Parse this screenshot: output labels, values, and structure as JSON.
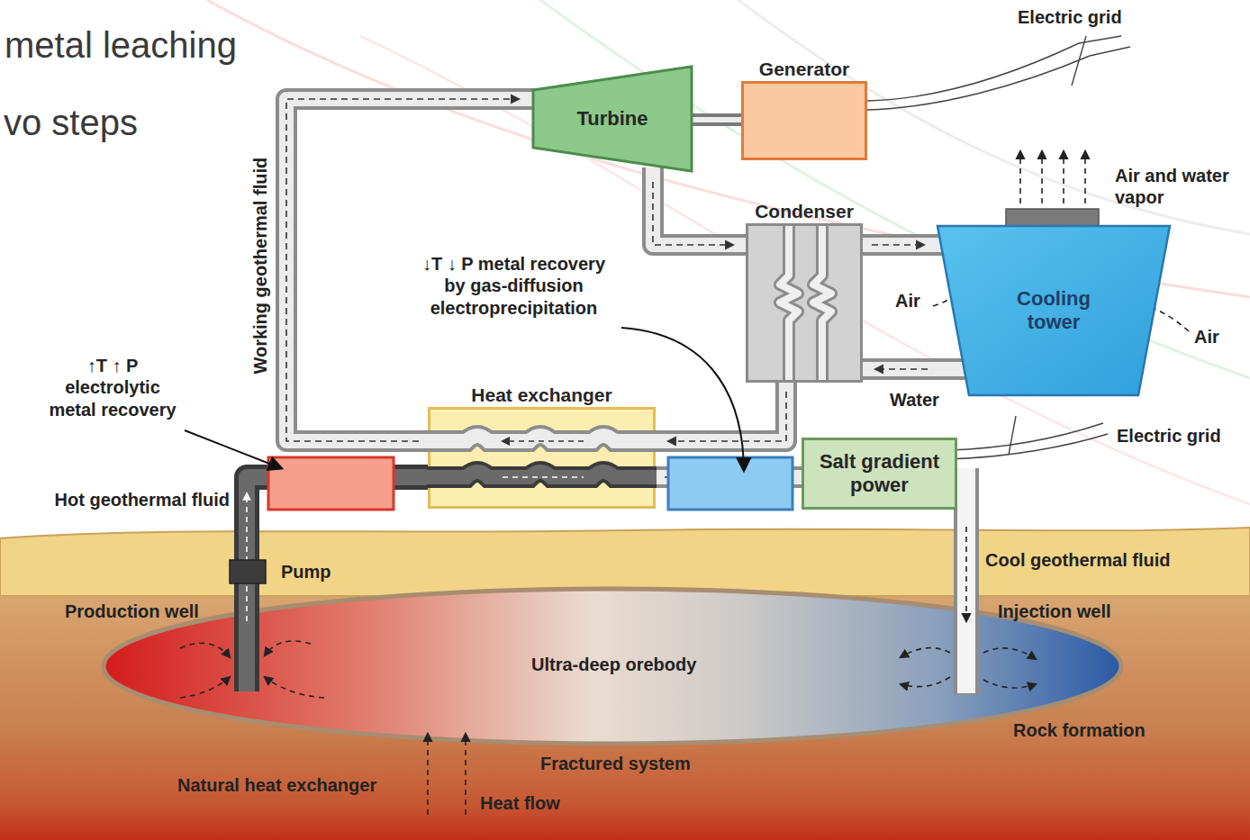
{
  "diagram": {
    "nodes": [
      {
        "text": [
          "Turbine"
        ]
      },
      {
        "text": [
          "Generator"
        ]
      },
      {
        "text": [
          "Condenser"
        ]
      },
      {
        "text": [
          "Cooling tower"
        ]
      },
      {
        "text": [
          "Heat exchanger"
        ]
      },
      {
        "text": [
          "Salt gradient power"
        ]
      }
    ],
    "edges": [
      {
        "from": 0,
        "to": 1,
        "arrow": "none"
      },
      {
        "from": 0,
        "to": 2,
        "arrow": "to"
      },
      {
        "from": 2,
        "to": 3,
        "arrow": "to"
      },
      {
        "from": 3,
        "to": 2,
        "arrow": "to"
      },
      {
        "from": 2,
        "to": 4,
        "arrow": "to"
      },
      {
        "from": 4,
        "to": 0,
        "arrow": "to"
      },
      {
        "from": 4,
        "to": 5,
        "arrow": "to"
      }
    ],
    "labels": [
      "metal leaching",
      "vo steps",
      "Electric grid",
      "Air and water vapor",
      "↓T ↓ P metal recovery by gas-diffusion electroprecipitation",
      "Air",
      "Air",
      "↑T ↑ P electrolytic metal recovery",
      "Working geothermal fluid",
      "Water",
      "Electric grid",
      "Hot geothermal fluid",
      "Pump",
      "Production well",
      "Cool geothermal fluid",
      "Injection well",
      "Ultra-deep orebody",
      "Rock formation",
      "Fractured system",
      "Natural heat exchanger",
      "Heat flow"
    ]
  }
}
